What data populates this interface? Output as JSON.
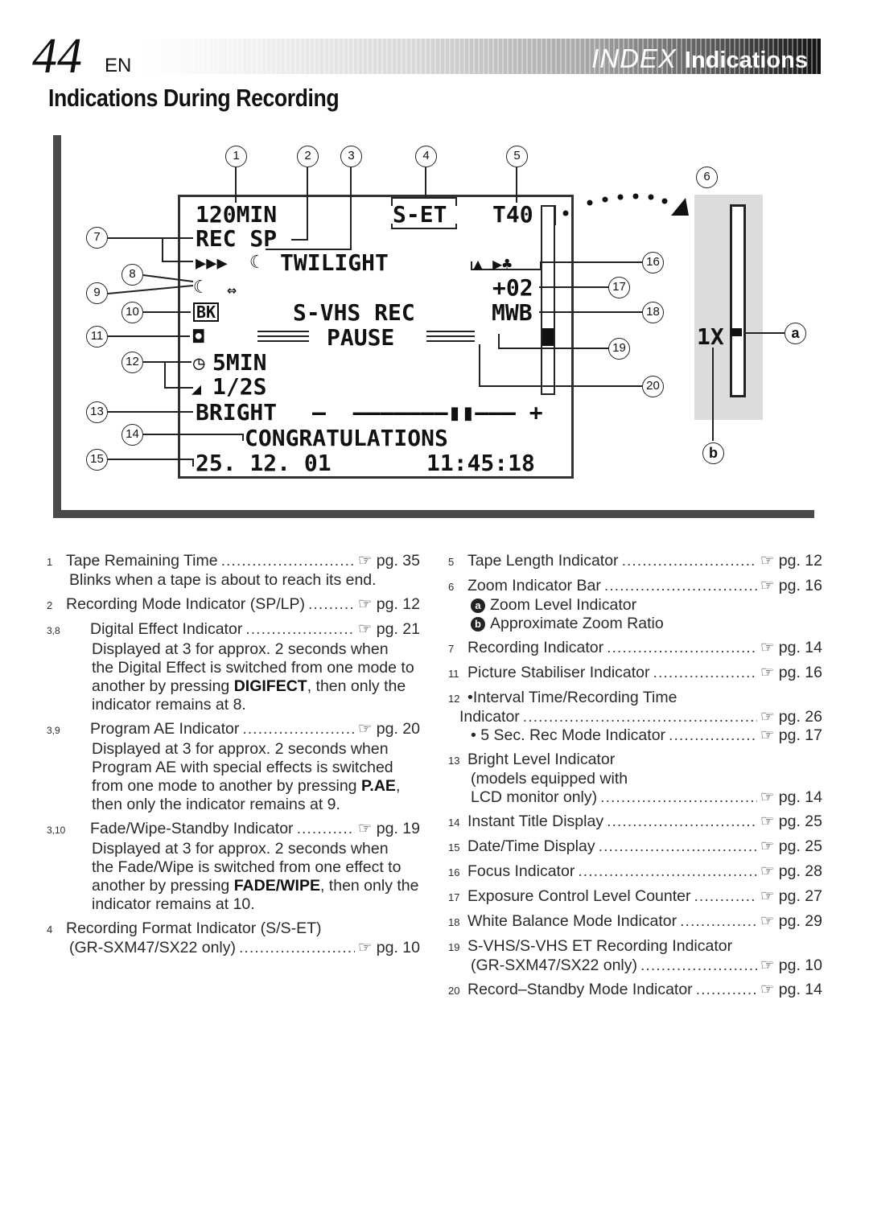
{
  "header": {
    "page_number": "44",
    "lang": "EN",
    "title_index": "INDEX",
    "title_indications": "Indications"
  },
  "section_title": "Indications During Recording",
  "screen": {
    "tape_remaining": "120MIN",
    "rec_format": "S-ET",
    "tape_length": "T40",
    "rec_mode": "REC SP",
    "effect": "TWILIGHT",
    "exposure": "+02",
    "svhs_rec": "S-VHS REC",
    "wb": "MWB",
    "pause": "PAUSE",
    "interval": "5MIN",
    "rec_time": "1/2S",
    "bright": "BRIGHT",
    "title_text": "CONGRATULATIONS",
    "date": "25. 12. 01",
    "time": "11:45:18",
    "zoom_ratio": "1X",
    "bk": "BK"
  },
  "callouts": {
    "c1": "1",
    "c2": "2",
    "c3": "3",
    "c4": "4",
    "c5": "5",
    "c6": "6",
    "c7": "7",
    "c8": "8",
    "c9": "9",
    "c10": "10",
    "c11": "11",
    "c12": "12",
    "c13": "13",
    "c14": "14",
    "c15": "15",
    "c16": "16",
    "c17": "17",
    "c18": "18",
    "c19": "19",
    "c20": "20",
    "ca": "a",
    "cb": "b"
  },
  "legend_left": {
    "e1": {
      "num": "1",
      "label": "Tape Remaining Time",
      "ref": "☞ pg. 35",
      "sub": "Blinks when a tape is about to reach its end."
    },
    "e2": {
      "num": "2",
      "label": "Recording Mode Indicator (SP/LP)",
      "ref": "☞ pg. 12"
    },
    "e3": {
      "num": "3,8",
      "label": "Digital Effect Indicator",
      "ref": "☞ pg. 21",
      "sub1": "Displayed at 3 for approx. 2 seconds when",
      "sub2": "the Digital Effect is switched from one mode to",
      "sub3a": "another by pressing ",
      "sub3b": "DIGIFECT",
      "sub3c": ", then only the",
      "sub4": "indicator remains at 8."
    },
    "e4": {
      "num": "3,9",
      "label": "Program AE Indicator",
      "ref": "☞ pg. 20",
      "sub1": "Displayed at 3 for approx. 2 seconds when",
      "sub2": "Program AE with special effects is switched",
      "sub3a": "from one mode to another by pressing ",
      "sub3b": "P.AE",
      "sub3c": ",",
      "sub4": "then only the indicator remains at 9."
    },
    "e5": {
      "num": "3,10",
      "label": "Fade/Wipe-Standby Indicator",
      "ref": "☞ pg. 19",
      "sub1": "Displayed at 3 for approx. 2 seconds when",
      "sub2": "the Fade/Wipe is switched from one effect to",
      "sub3a": "another by pressing ",
      "sub3b": "FADE/WIPE",
      "sub3c": ", then only the",
      "sub4": "indicator remains at 10."
    },
    "e6": {
      "num": "4",
      "label": "Recording Format Indicator (S/S-ET)",
      "sub": "(GR-SXM47/SX22 only)",
      "ref": "☞ pg. 10"
    }
  },
  "legend_right": {
    "e5": {
      "num": "5",
      "label": "Tape Length Indicator",
      "ref": "☞ pg. 12"
    },
    "e6": {
      "num": "6",
      "label": "Zoom Indicator Bar",
      "ref": "☞ pg. 16",
      "sa_ltr": "a",
      "sa": "Zoom Level Indicator",
      "sb_ltr": "b",
      "sb": "Approximate Zoom Ratio"
    },
    "e7": {
      "num": "7",
      "label": "Recording Indicator",
      "ref": "☞ pg. 14"
    },
    "e11": {
      "num": "11",
      "label": "Picture Stabiliser Indicator",
      "ref": "☞ pg. 16"
    },
    "e12": {
      "num": "12",
      "label": "•Interval Time/Recording Time",
      "sub": "Indicator",
      "ref": "☞ pg. 26",
      "sub2": "• 5 Sec. Rec Mode Indicator",
      "ref2": "☞ pg. 17"
    },
    "e13": {
      "num": "13",
      "label": "Bright Level Indicator",
      "sub1": "(models equipped with",
      "sub2": "LCD monitor only)",
      "ref": "☞ pg. 14"
    },
    "e14": {
      "num": "14",
      "label": "Instant Title Display",
      "ref": "☞ pg. 25"
    },
    "e15": {
      "num": "15",
      "label": "Date/Time Display",
      "ref": "☞ pg. 25"
    },
    "e16": {
      "num": "16",
      "label": "Focus Indicator",
      "ref": "☞ pg. 28"
    },
    "e17": {
      "num": "17",
      "label": "Exposure Control Level Counter",
      "ref": "☞ pg. 27"
    },
    "e18": {
      "num": "18",
      "label": "White Balance Mode Indicator",
      "ref": "☞ pg. 29"
    },
    "e19": {
      "num": "19",
      "label": "S-VHS/S-VHS ET Recording Indicator",
      "sub": "(GR-SXM47/SX22 only)",
      "ref": "☞ pg. 10"
    },
    "e20": {
      "num": "20",
      "label": "Record–Standby Mode Indicator",
      "ref": "☞ pg. 14"
    }
  }
}
